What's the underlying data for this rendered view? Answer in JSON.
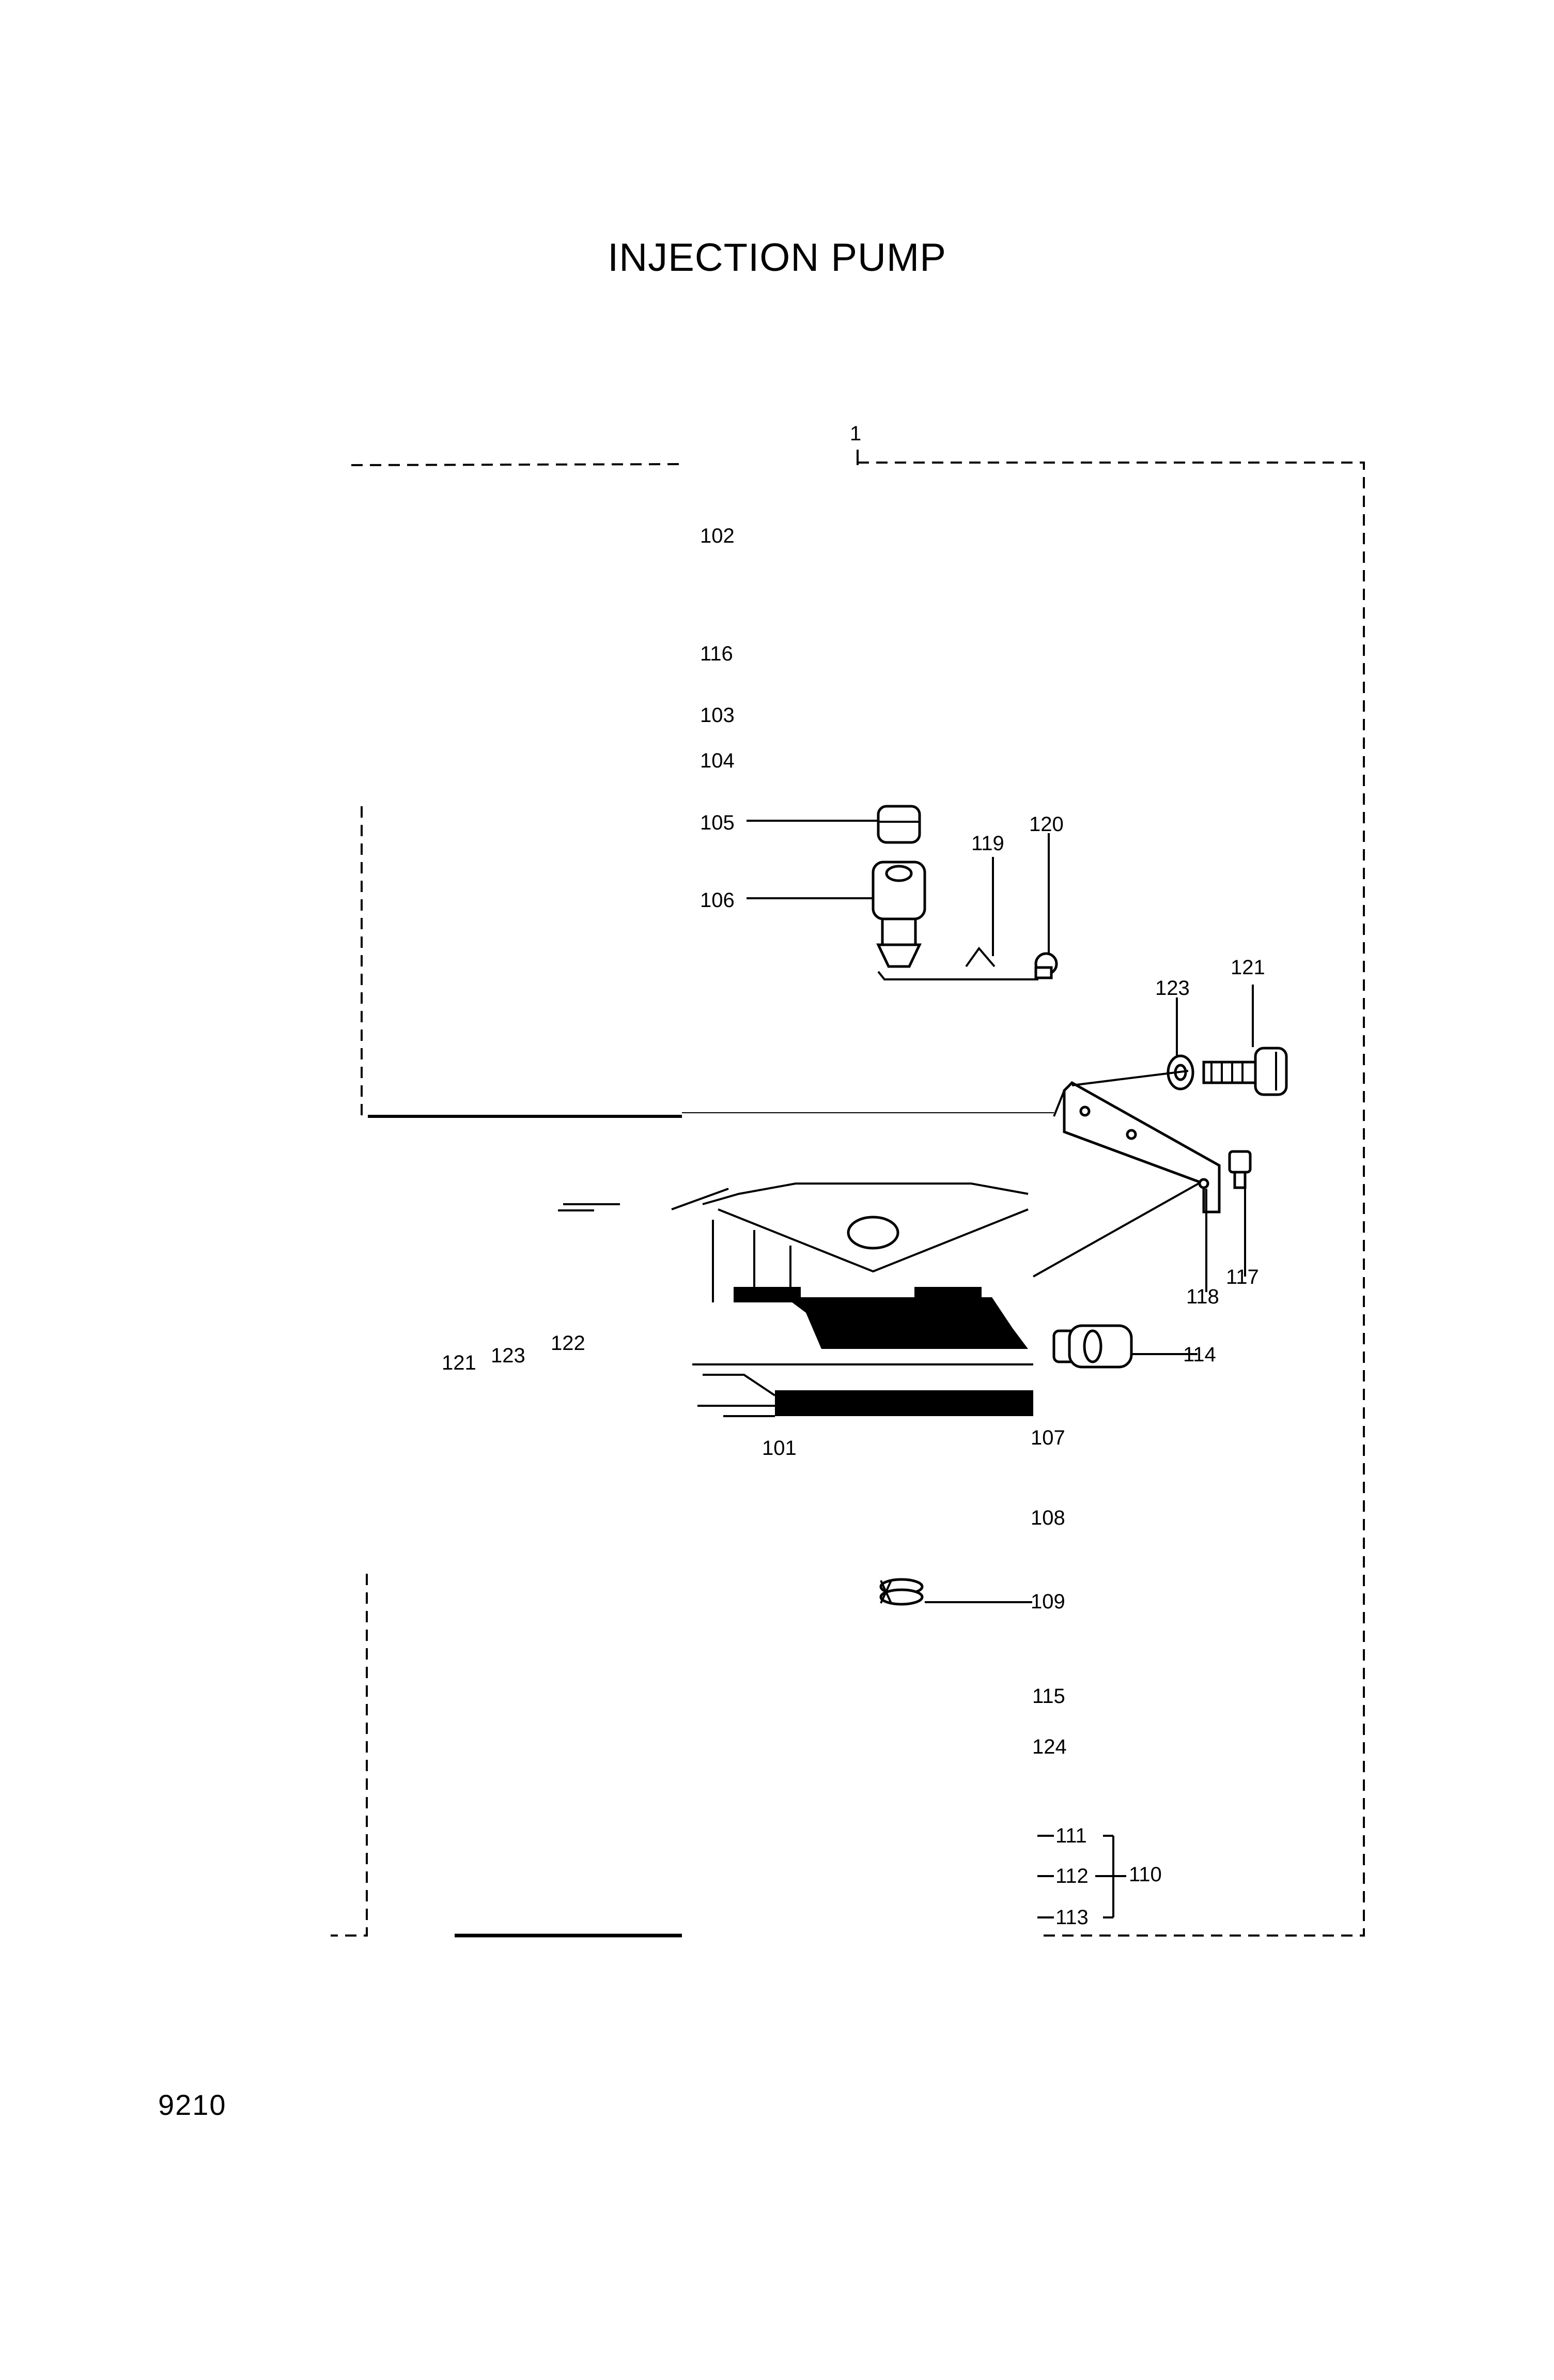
{
  "title": "INJECTION PUMP",
  "footer_code": "9210",
  "callouts": {
    "c1": "1",
    "c101": "101",
    "c102": "102",
    "c103": "103",
    "c104": "104",
    "c105": "105",
    "c106": "106",
    "c107": "107",
    "c108": "108",
    "c109": "109",
    "c110": "110",
    "c111": "111",
    "c112": "112",
    "c113": "113",
    "c114": "114",
    "c115": "115",
    "c116": "116",
    "c117": "117",
    "c118": "118",
    "c119": "119",
    "c120": "120",
    "c121a": "121",
    "c121b": "121",
    "c122": "122",
    "c123a": "123",
    "c123b": "123",
    "c124": "124"
  }
}
